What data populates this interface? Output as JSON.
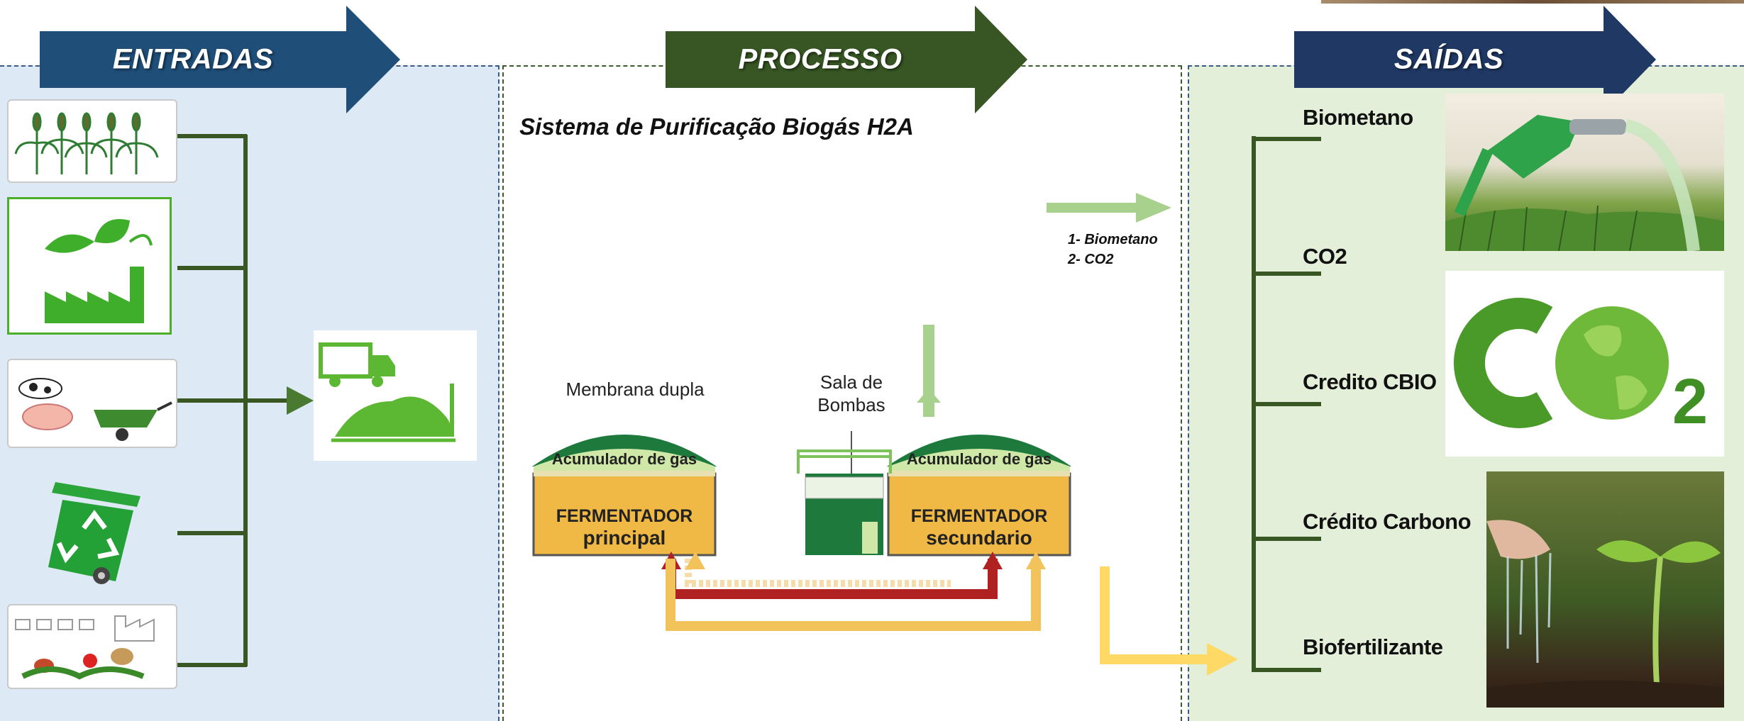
{
  "headers": {
    "entradas": "ENTRADAS",
    "processo": "PROCESSO",
    "saidas": "SAÍDAS"
  },
  "process": {
    "title": "Sistema de Purificação Biogás H2A",
    "legend": [
      "1- Biometano",
      "2- CO2"
    ],
    "diagram": {
      "membrane_label": "Membrana dupla",
      "pump_room_label_1": "Sala de",
      "pump_room_label_2": "Bombas",
      "accumulator_1": "Acumulador de gas",
      "accumulator_2": "Acumulador de gas",
      "fermenter_1_line1": "FERMENTADOR",
      "fermenter_1_line2": "principal",
      "fermenter_2_line1": "FERMENTADOR",
      "fermenter_2_line2": "secundario"
    }
  },
  "outputs": [
    "Biometano",
    "CO2",
    "Credito CBIO",
    "Crédito Carbono",
    "Biofertilizante"
  ],
  "icons": {
    "inputs": [
      "corn-crop-icon",
      "green-factory-icon",
      "livestock-wheelbarrow-icon",
      "recycle-bin-icon",
      "food-waste-icon"
    ],
    "collector": "waste-truck-compost-icon",
    "outputs": [
      "fuel-nozzle-image",
      "co2-globe-image",
      "seedling-watering-image"
    ]
  },
  "colors": {
    "entradas_arrow": "#1f4e79",
    "processo_arrow": "#375623",
    "saidas_arrow": "#1f3864",
    "panel_in": "#dde9f5",
    "panel_out": "#e3efd9",
    "bracket": "#385723"
  }
}
